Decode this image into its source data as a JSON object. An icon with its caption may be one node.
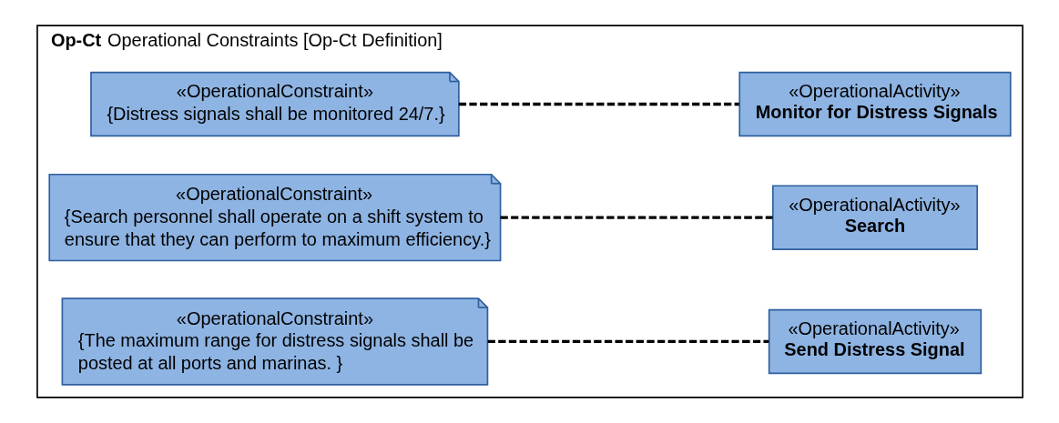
{
  "diagram": {
    "nodes": [
      {
        "text": [
          "**Op-Ct** Operational Constraints [Op-Ct Definition]"
        ]
      },
      {
        "text": [
          "«OperationalConstraint»",
          "{Distress signals shall be monitored 24/7.}"
        ],
        "in": 0
      },
      {
        "text": [
          "«OperationalActivity»",
          "Monitor for Distress Signals"
        ],
        "in": 0
      },
      {
        "text": [
          "«OperationalConstraint»",
          "{Search personnel shall operate on a shift system to ensure that they can perform to maximum efficiency.}"
        ],
        "in": 0
      },
      {
        "text": [
          "«OperationalActivity»",
          "Search"
        ],
        "in": 0
      },
      {
        "text": [
          "«OperationalConstraint»",
          "{The maximum range for distress signals shall be posted at all ports and marinas. }"
        ],
        "in": 0
      },
      {
        "text": [
          "«OperationalActivity»",
          "Send Distress Signal"
        ],
        "in": 0
      }
    ],
    "edges": [
      {
        "from": 1,
        "to": 2,
        "arrow": "none",
        "style": "dashed"
      },
      {
        "from": 3,
        "to": 4,
        "arrow": "none",
        "style": "dashed"
      },
      {
        "from": 5,
        "to": 6,
        "arrow": "none",
        "style": "dashed"
      }
    ]
  }
}
